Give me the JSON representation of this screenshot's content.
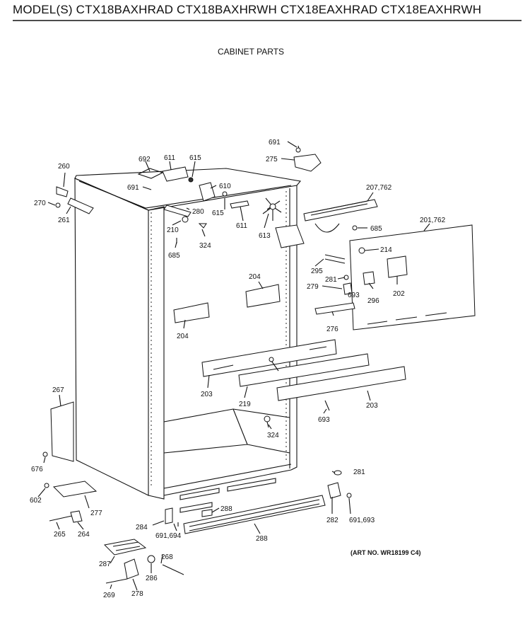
{
  "header": {
    "title": "MODEL(S) CTX18BAXHRAD  CTX18BAXHRWH  CTX18EAXHRAD  CTX18EAXHRWH"
  },
  "section_title": "CABINET PARTS",
  "art_number": "(ART NO. WR18199 C4)",
  "callouts": [
    "691",
    "275",
    "692",
    "611",
    "615",
    "691",
    "610",
    "280",
    "615",
    "611",
    "613",
    "207,762",
    "685",
    "201,762",
    "214",
    "295",
    "281",
    "279",
    "693",
    "296",
    "202",
    "276",
    "260",
    "270",
    "261",
    "210",
    "324",
    "685",
    "204",
    "204",
    "203",
    "219",
    "203",
    "693",
    "324",
    "267",
    "676",
    "602",
    "277",
    "265",
    "264",
    "284",
    "691,694",
    "288",
    "288",
    "281",
    "282",
    "691,693",
    "287",
    "268",
    "286",
    "269",
    "278"
  ]
}
